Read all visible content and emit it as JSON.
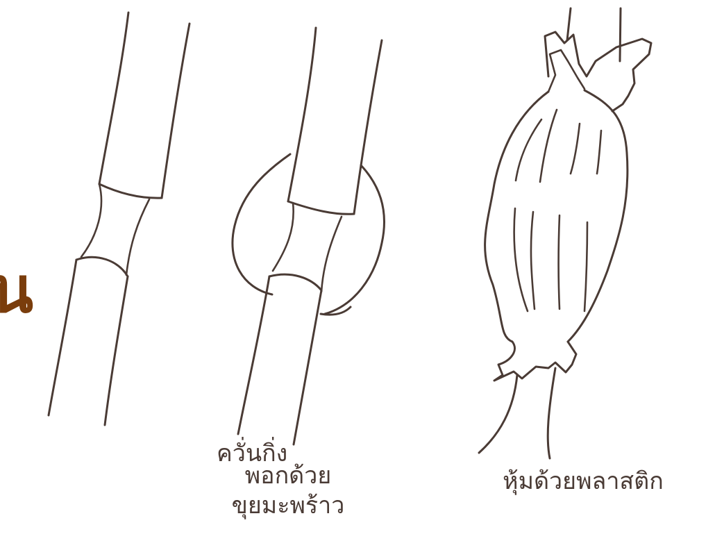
{
  "heading_fragment": "น",
  "captions": {
    "branch_1": "ควั่นกิ่ง",
    "branch_2_line_1": "พอกด้วย",
    "branch_2_line_2": "ขุยมะพร้าว",
    "branch_3": "หุ้มด้วยพลาสติก"
  },
  "colors": {
    "line_art": "#4a3b35",
    "heading": "#7a3d0c",
    "background": "#ffffff"
  }
}
